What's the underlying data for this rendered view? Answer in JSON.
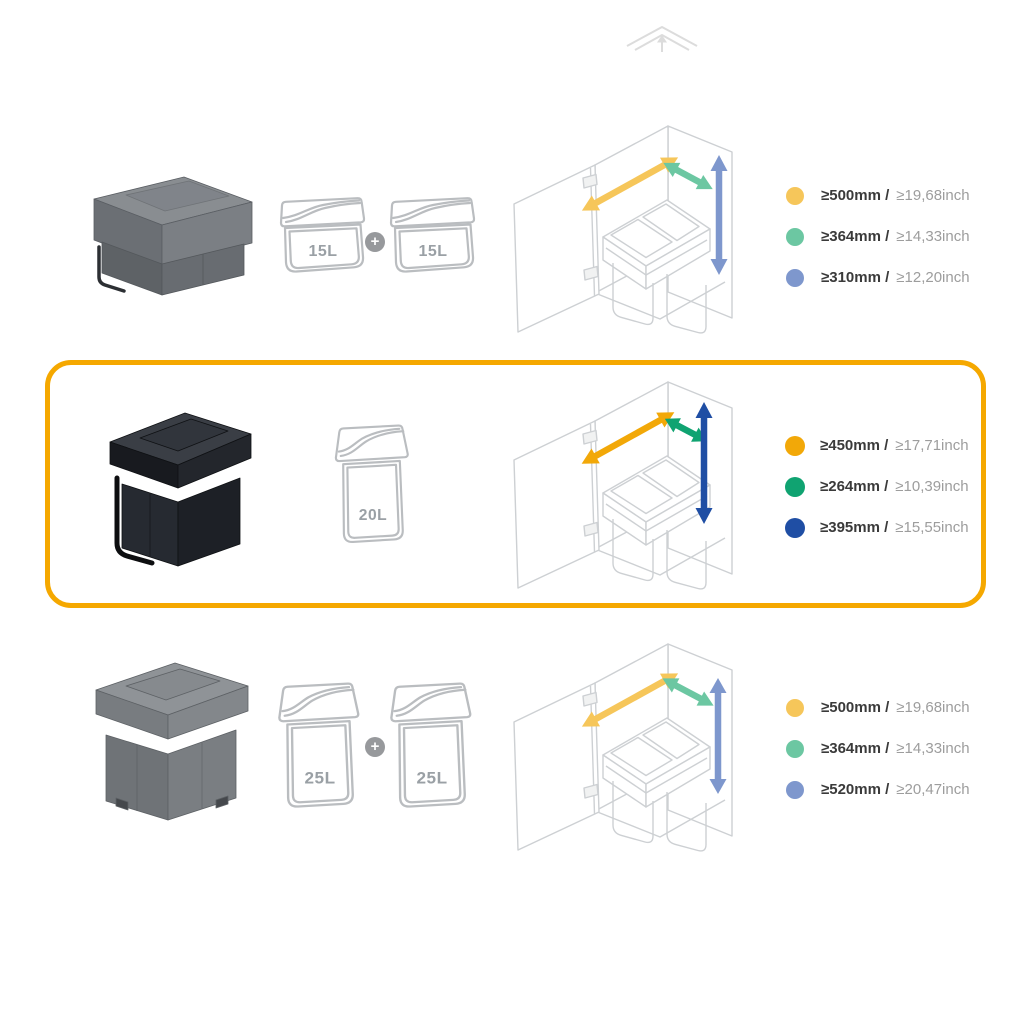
{
  "icons": {
    "top": "chevron-up-icon",
    "plus": "plus-icon"
  },
  "highlight": {
    "border_color": "#F5A800"
  },
  "rows": [
    {
      "id": "row-15l",
      "highlighted": false,
      "bins": [
        "15L",
        "15L"
      ],
      "plus": "+",
      "legend": [
        {
          "color": "#F6C65A",
          "bold": "≥500mm /",
          "light": "≥19,68inch"
        },
        {
          "color": "#6CC7A2",
          "bold": "≥364mm /",
          "light": "≥14,33inch"
        },
        {
          "color": "#7E97CD",
          "bold": "≥310mm /",
          "light": "≥12,20inch"
        }
      ]
    },
    {
      "id": "row-20l",
      "highlighted": true,
      "bins": [
        "20L"
      ],
      "legend": [
        {
          "color": "#F2A808",
          "bold": "≥450mm /",
          "light": "≥17,71inch"
        },
        {
          "color": "#10A371",
          "bold": "≥264mm /",
          "light": "≥10,39inch"
        },
        {
          "color": "#1F4EA4",
          "bold": "≥395mm /",
          "light": "≥15,55inch"
        }
      ]
    },
    {
      "id": "row-25l",
      "highlighted": false,
      "bins": [
        "25L",
        "25L"
      ],
      "plus": "+",
      "legend": [
        {
          "color": "#F6C65A",
          "bold": "≥500mm /",
          "light": "≥19,68inch"
        },
        {
          "color": "#6CC7A2",
          "bold": "≥364mm /",
          "light": "≥14,33inch"
        },
        {
          "color": "#7E97CD",
          "bold": "≥520mm /",
          "light": "≥20,47inch"
        }
      ]
    }
  ]
}
